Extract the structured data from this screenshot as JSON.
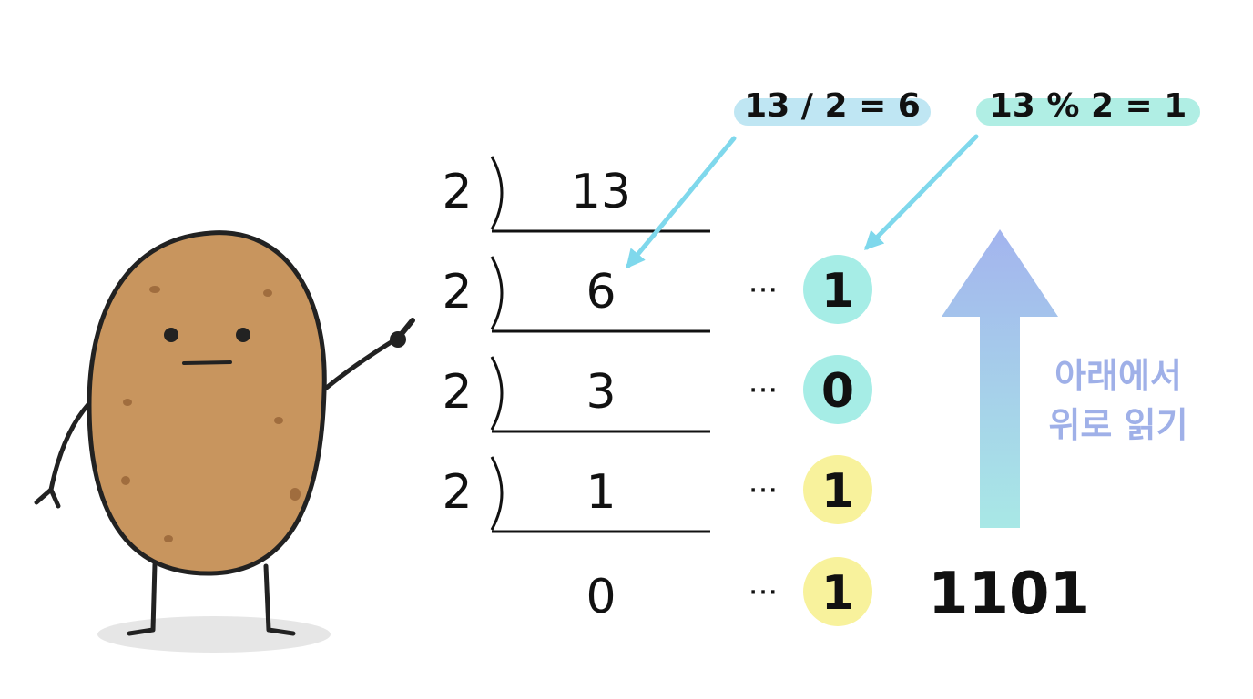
{
  "divisor": "2",
  "division_rows": [
    {
      "divisor": "2",
      "dividend": "13"
    },
    {
      "divisor": "2",
      "dividend": "6"
    },
    {
      "divisor": "2",
      "dividend": "3"
    },
    {
      "divisor": "2",
      "dividend": "1"
    }
  ],
  "final_quotient": "0",
  "remainders": [
    {
      "dots": "···",
      "value": "1",
      "color": "#a6ede6"
    },
    {
      "dots": "···",
      "value": "0",
      "color": "#a6ede6"
    },
    {
      "dots": "···",
      "value": "1",
      "color": "#f8f29c"
    },
    {
      "dots": "···",
      "value": "1",
      "color": "#f8f29c"
    }
  ],
  "callouts": {
    "quotient": {
      "text": "13 / 2 = 6",
      "color": "#bfe6f3"
    },
    "remainder": {
      "text": "13 % 2 = 1",
      "color": "#b0eee4"
    }
  },
  "read_direction": {
    "line1": "아래에서",
    "line2": "위로 읽기",
    "text_color": "#9fb0e8"
  },
  "result": "1101",
  "colors": {
    "arrow_cyan": "#7fd8ec",
    "arrow_gradient_top": "#a3b4ee",
    "arrow_gradient_bottom": "#a8e8e6",
    "potato_body": "#c8955e",
    "potato_outline": "#222222",
    "shadow": "#e6e6e6"
  },
  "icons": {
    "character": "potato-character",
    "up-arrow": "up-arrow-icon"
  }
}
